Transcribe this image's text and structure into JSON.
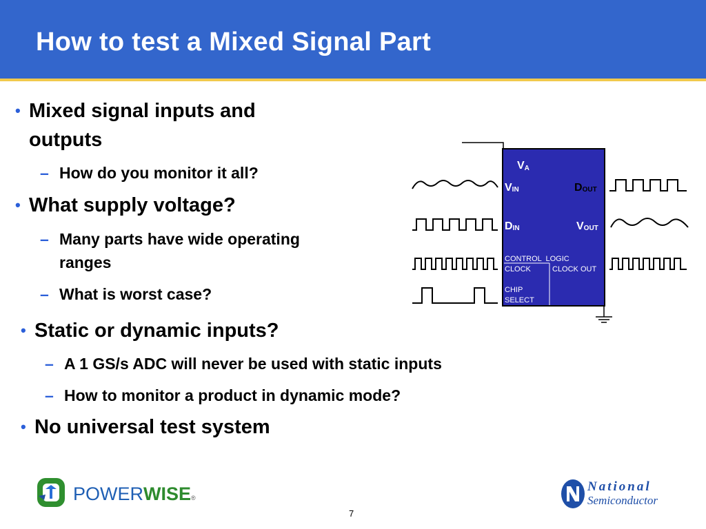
{
  "slide": {
    "title": "How to test a Mixed Signal Part",
    "page_number": "7"
  },
  "bullets": {
    "b1": {
      "line1": "Mixed signal inputs and",
      "line2": "outputs"
    },
    "b1_sub1": "How do you monitor it all?",
    "b2": "What supply voltage?",
    "b2_sub1": {
      "line1": "Many parts have wide operating",
      "line2": "ranges"
    },
    "b2_sub2": "What is worst case?",
    "b3": "Static or dynamic inputs?",
    "b3_sub1": "A 1 GS/s ADC will never be used with static inputs",
    "b3_sub2": "How to monitor a product in dynamic mode?",
    "b4": "No universal test system"
  },
  "diagram": {
    "va": "V",
    "va_sub": "A",
    "vin": "V",
    "vin_sub": "IN",
    "dout": "D",
    "dout_sub": "OUT",
    "din": "D",
    "din_sub": "IN",
    "vout": "V",
    "vout_sub": "OUT",
    "control_logic": "CONTROL  LOGIC",
    "clock": "CLOCK",
    "clock_out": "CLOCK OUT",
    "chip": "CHIP",
    "select": "SELECT"
  },
  "logos": {
    "powerwise_power": "POWER",
    "powerwise_wise": "WISE",
    "national_line1": "National",
    "national_line2": "Semiconductor"
  },
  "colors": {
    "header": "#3366cc",
    "accent_line": "#f2c94c",
    "chip": "#2b2bb0",
    "bullet": "#2b5fd9"
  }
}
